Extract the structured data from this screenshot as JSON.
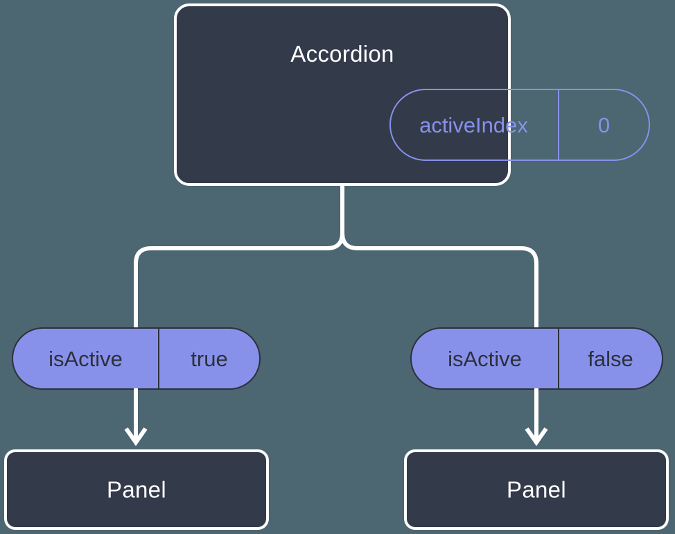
{
  "diagram": {
    "type": "component-state-tree",
    "background_color": "#4c6672",
    "box_fill_color": "#333b4a",
    "box_border_color": "#ffffff",
    "accent_color": "#8891ea",
    "connector_color": "#ffffff"
  },
  "root": {
    "title": "Accordion",
    "state_pill": {
      "key": "activeIndex",
      "value": "0",
      "style": "outlined"
    }
  },
  "branches": [
    {
      "prop_pill": {
        "key": "isActive",
        "value": "true",
        "style": "filled"
      },
      "child": {
        "title": "Panel"
      }
    },
    {
      "prop_pill": {
        "key": "isActive",
        "value": "false",
        "style": "filled"
      },
      "child": {
        "title": "Panel"
      }
    }
  ]
}
